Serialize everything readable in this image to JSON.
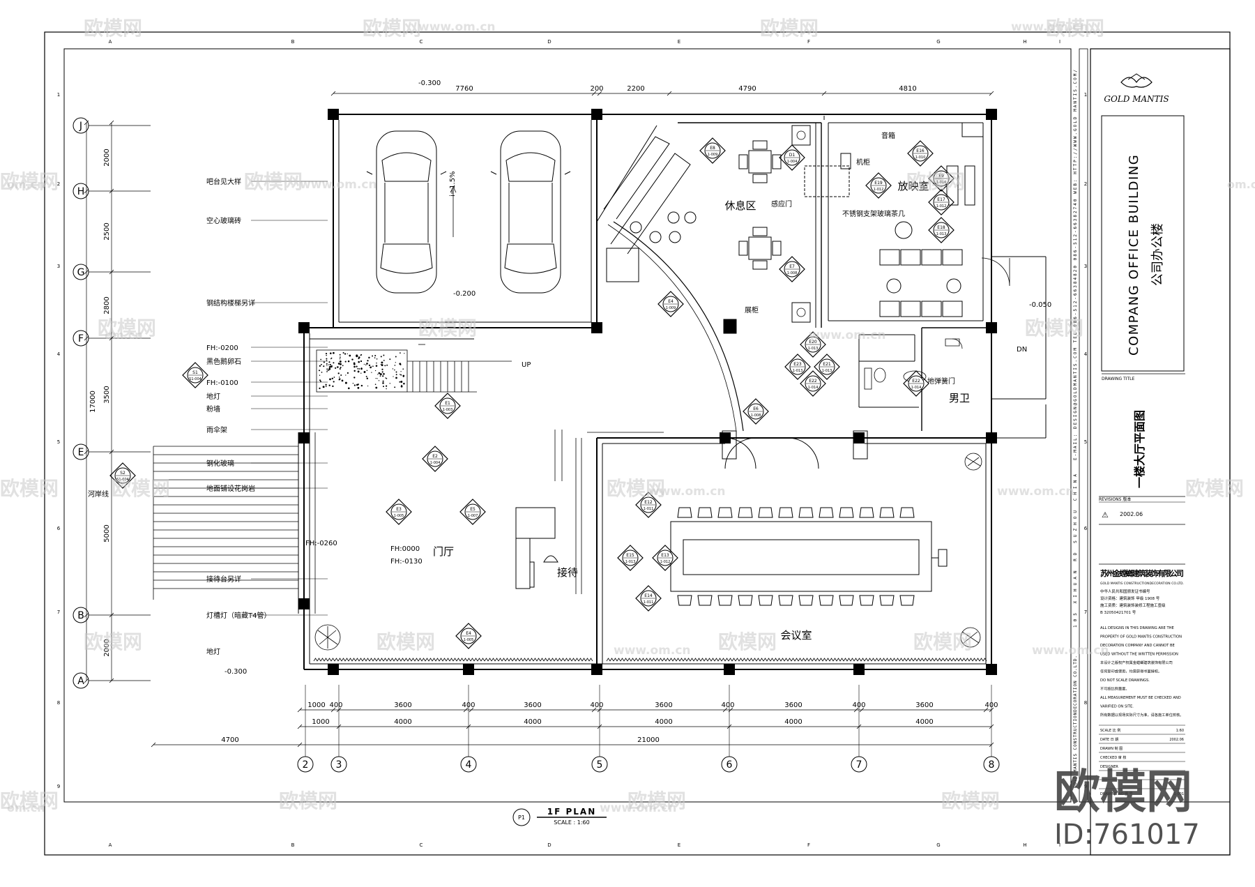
{
  "title_block": {
    "project_en": "COMPANG OFFICE BUILDING",
    "project_cn": "公司办公楼",
    "drawing_title_label": "DRAWING TITLE",
    "drawing_title": "一楼大厅平面图",
    "revisions_label": "REVISIONS 版本",
    "revision_date": "2002.06",
    "company_cn": "苏州金螳螂建筑装饰有限公司",
    "company_en": "GOLD MANTIS CONSTRUCTIONDECORATION CO.LTD.",
    "cert_lines": [
      "中华人民共和国颁发证书编号",
      "设计资格：建筑装饰 甲级 1908 号",
      "施工资质：建筑装饰装修工程施工壹级",
      "B 32050421701 号"
    ],
    "notes": [
      "ALL DESIGNS IN THIS DRAWING ARE THE",
      "PROPERTY OF GOLD MANTIS CONSTRUCTION",
      "DECORATION COMPANY AND CANNOT BE",
      "USED WITHOUT THE WRITTEN PERMISSION",
      "本设计之版权产权属金螳螂建筑装饰有限公司",
      "任何复印或使用，均需获得书面授权。",
      "DO NOT SCALE DRAWINGS.",
      "不可按比例量度。",
      "ALL MEASUREMENT MUST BE CHECKED AND",
      "VARIFIED ON SITE.",
      "所有数据以现场实际尺寸为准，请各施工单位校核。"
    ],
    "scale_label": "SCALE 比 例",
    "scale_value": "1:60",
    "date_label": "DATE 日 期",
    "date_value": "2002.06",
    "drawn_label": "DRAWN 制 图",
    "checked_label": "CHECKED 审 核",
    "designer_label": "DESIGNER",
    "sheet_no_label": "DRAWING NO 图 号",
    "sheet_no": "1-001",
    "vertical_contact": "E-MAIL: DESIGN@GOLDMANTIS.COM   TEL 086-512-66384820 086-512-66382740   WEB: HTTP://WWW.GOLD MANTIS.COM/",
    "vertical_address": "105 XIHUAN RD   SUZHOU CHINA",
    "vertical_company": "GOLD MANTIS CONSTRUCTIONDECORATION CO.LTD.",
    "logo_text": "GOLD MANTIS"
  },
  "plan": {
    "title": "1F PLAN",
    "scale": "SCALE : 1:60",
    "ref_tag": "P1",
    "rooms": [
      {
        "name": "休息区"
      },
      {
        "name": "放映室"
      },
      {
        "name": "门厅"
      },
      {
        "name": "接待"
      },
      {
        "name": "会议室"
      },
      {
        "name": "男卫"
      }
    ],
    "labels": [
      "吧台见大样",
      "空心玻璃砖",
      "钢结构楼梯另详",
      "FH:-0200",
      "黑色鹅卵石",
      "FH:-0100",
      "地灯",
      "粉墙",
      "雨伞架",
      "钢化玻璃",
      "地面铺设花岗岩",
      "FH:-0260",
      "接待台另详",
      "灯槽灯（暗藏T4管）",
      "地灯",
      "FH:0000",
      "FH:-0130",
      "音箱",
      "机柜",
      "感应门",
      "不锈钢支架玻璃茶几",
      "展柜",
      "地弹簧门",
      "UP",
      "DN",
      "河岸线",
      "-0.300",
      "-0.200",
      "-0.300",
      "-0.050",
      "i=1.5%"
    ],
    "dims_top": [
      "7760",
      "200",
      "2200",
      "4790",
      "4810"
    ],
    "dims_left": [
      "2000",
      "2500",
      "2800",
      "17000",
      "3500",
      "5000",
      "2000"
    ],
    "dims_bottom_row1": [
      "1000",
      "400",
      "3600",
      "400",
      "3600",
      "400",
      "3600",
      "400",
      "3600",
      "400",
      "3600",
      "400"
    ],
    "dims_bottom_row2": [
      "1000",
      "4000",
      "4000",
      "4000",
      "4000",
      "4000"
    ],
    "dims_bottom_row3": [
      "4700",
      "21000"
    ],
    "grid_rows": [
      "J",
      "H",
      "G",
      "F",
      "E",
      "B",
      "A"
    ],
    "grid_cols": [
      "2",
      "3",
      "4",
      "5",
      "6",
      "7",
      "8"
    ],
    "border_letters": [
      "A",
      "B",
      "C",
      "D",
      "E",
      "F",
      "G",
      "H",
      "I"
    ],
    "border_numbers": [
      "1",
      "2",
      "3",
      "4",
      "5",
      "6",
      "7",
      "8",
      "9"
    ],
    "elev_tags": [
      {
        "id": "E8",
        "sheet": "1-009"
      },
      {
        "id": "D1",
        "sheet": "1-004"
      },
      {
        "id": "E9",
        "sheet": "1-010"
      },
      {
        "id": "E7",
        "sheet": "1-008"
      },
      {
        "id": "E4",
        "sheet": "1-009"
      },
      {
        "id": "E6",
        "sheet": "1-008"
      },
      {
        "id": "E1",
        "sheet": "1-003"
      },
      {
        "id": "E2",
        "sheet": "1-004"
      },
      {
        "id": "E3",
        "sheet": "1-005"
      },
      {
        "id": "E5",
        "sheet": "1-007"
      },
      {
        "id": "E4",
        "sheet": "1-005"
      },
      {
        "id": "E12",
        "sheet": "1-011"
      },
      {
        "id": "E15",
        "sheet": "1-013"
      },
      {
        "id": "E13",
        "sheet": "1-012"
      },
      {
        "id": "E14",
        "sheet": "1-011"
      },
      {
        "id": "E16",
        "sheet": "1-010"
      },
      {
        "id": "E19",
        "sheet": "1-012"
      },
      {
        "id": "E17",
        "sheet": "1-012"
      },
      {
        "id": "E18",
        "sheet": "1-013"
      },
      {
        "id": "E20",
        "sheet": "1-013"
      },
      {
        "id": "E23",
        "sheet": "1-013"
      },
      {
        "id": "E21",
        "sheet": "1-013"
      },
      {
        "id": "E22",
        "sheet": "1-014"
      },
      {
        "id": "E22",
        "sheet": "1-014"
      },
      {
        "id": "S1",
        "sheet": "S1-004"
      },
      {
        "id": "S2",
        "sheet": "S1-004"
      }
    ]
  },
  "watermark": {
    "brand_cn": "欧模网",
    "url": "www.om.cn",
    "url_short": "om.cn",
    "id_text": "ID:761017"
  }
}
